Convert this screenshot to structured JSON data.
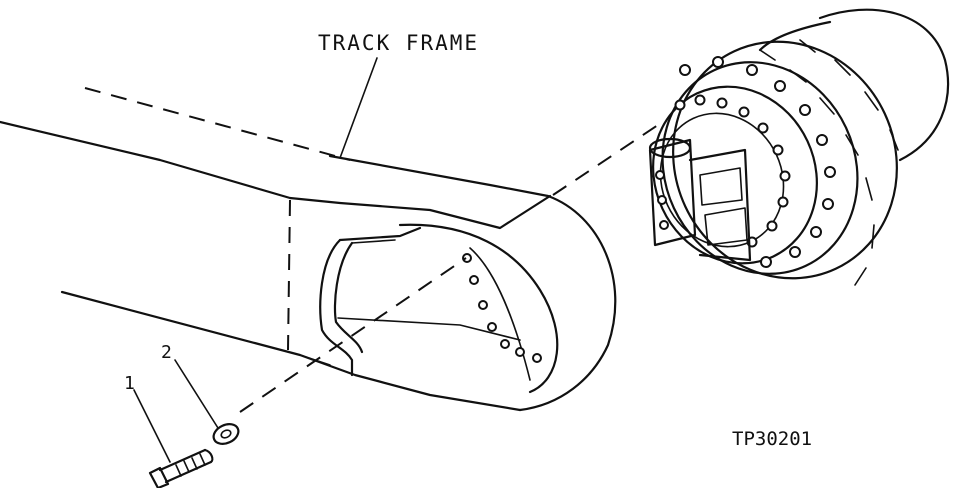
{
  "callouts": {
    "track_frame": "TRACK FRAME",
    "item_1": "1",
    "item_2": "2"
  },
  "figure_id": "TP30201"
}
